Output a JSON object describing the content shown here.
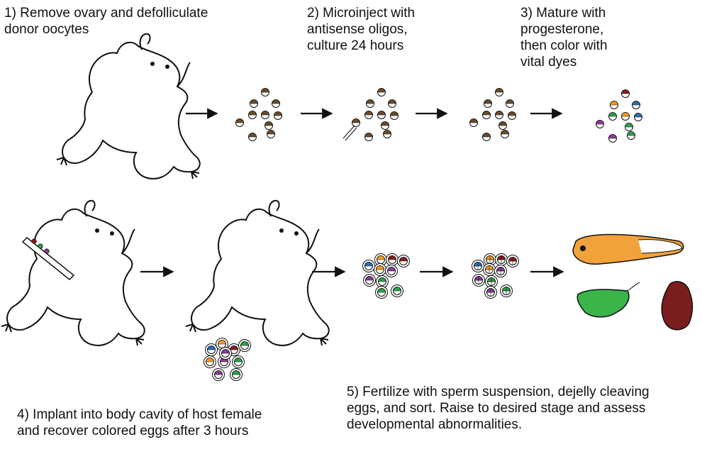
{
  "steps": {
    "s1": "1) Remove ovary and defolliculate\ndonor oocytes",
    "s2": "2) Microinject with\nantisense oligos,\nculture 24 hours",
    "s3": "3) Mature with\nprogesterone,\nthen color with\nvital dyes",
    "s4": "4) Implant into body cavity of host female\nand recover colored eggs after 3 hours",
    "s5": "5) Fertilize with sperm suspension, dejelly cleaving\neggs, and sort. Raise to desired stage and assess\ndevelopmental abnormalities."
  },
  "colors": {
    "egg_pigment": "#6b4a2b",
    "dye_red": "#8b1a1a",
    "dye_orange": "#f29a1e",
    "dye_blue": "#2a6fb5",
    "dye_green": "#2ba04a",
    "dye_purple": "#8a3a96",
    "tadpole_orange": "#f2a23a",
    "tadpole_green": "#3bb54a",
    "embryo_red": "#7a1d1d"
  }
}
